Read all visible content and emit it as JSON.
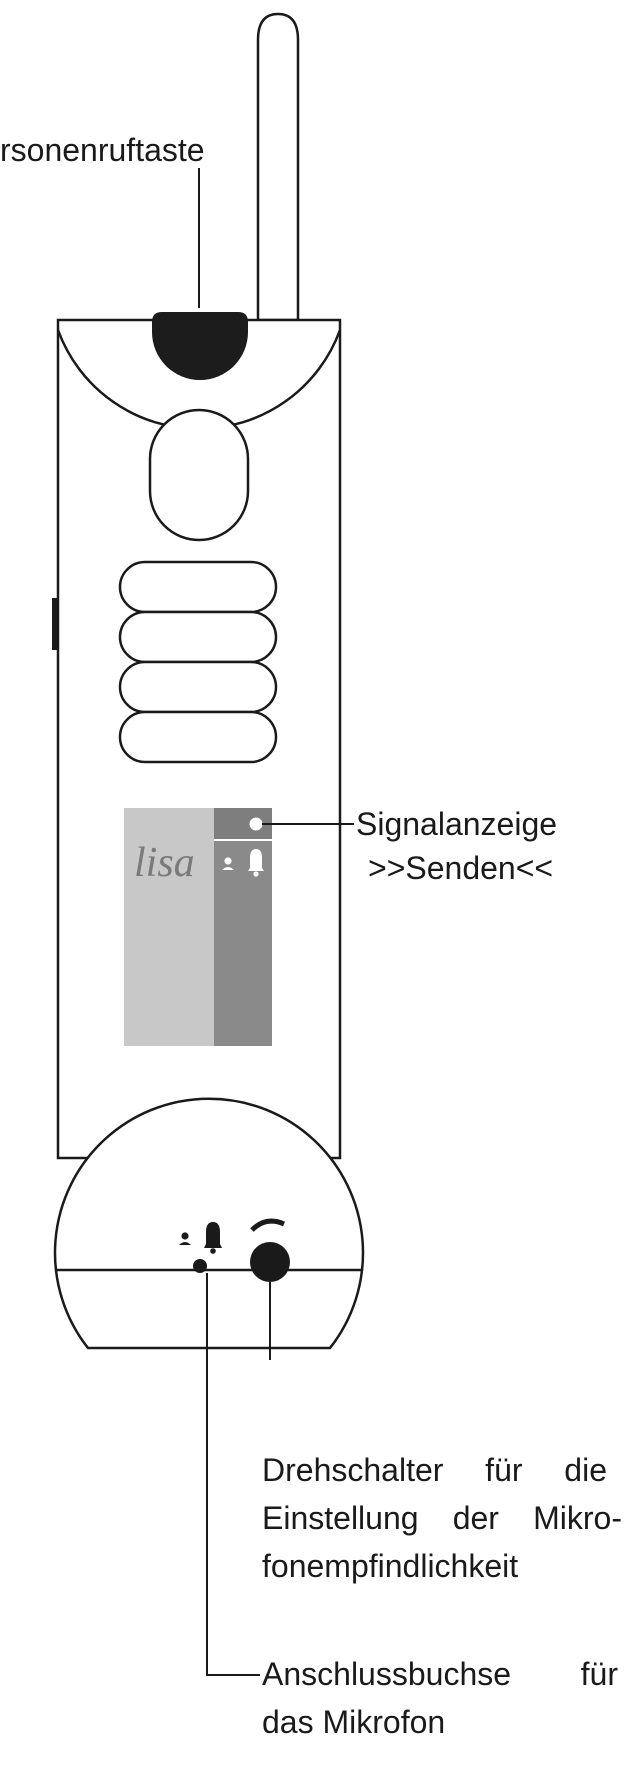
{
  "labels": {
    "call_button": "rsonenruftaste",
    "signal_line1": "Signalanzeige",
    "signal_line2": ">>Senden<<",
    "dial_line1": "Drehschalter für die",
    "dial_line2": "Einstellung der Mikro-",
    "dial_line3": "fonempfindlichkeit",
    "socket_line1": "Anschlussbuchse für",
    "socket_line2": "das Mikrofon",
    "logo": "lisa"
  },
  "icons": {
    "front_panel": [
      "person-icon",
      "bell-icon"
    ],
    "bottom_panel": [
      "person-icon",
      "bell-icon",
      "volume-arc-icon"
    ]
  },
  "colors": {
    "line": "#1a1a1a",
    "body_fill": "#ffffff",
    "button_dark": "#1c1c1c",
    "panel_light": "#c8c8c8",
    "panel_dark": "#8a8a8a",
    "logo_text": "#7a7a7a"
  }
}
